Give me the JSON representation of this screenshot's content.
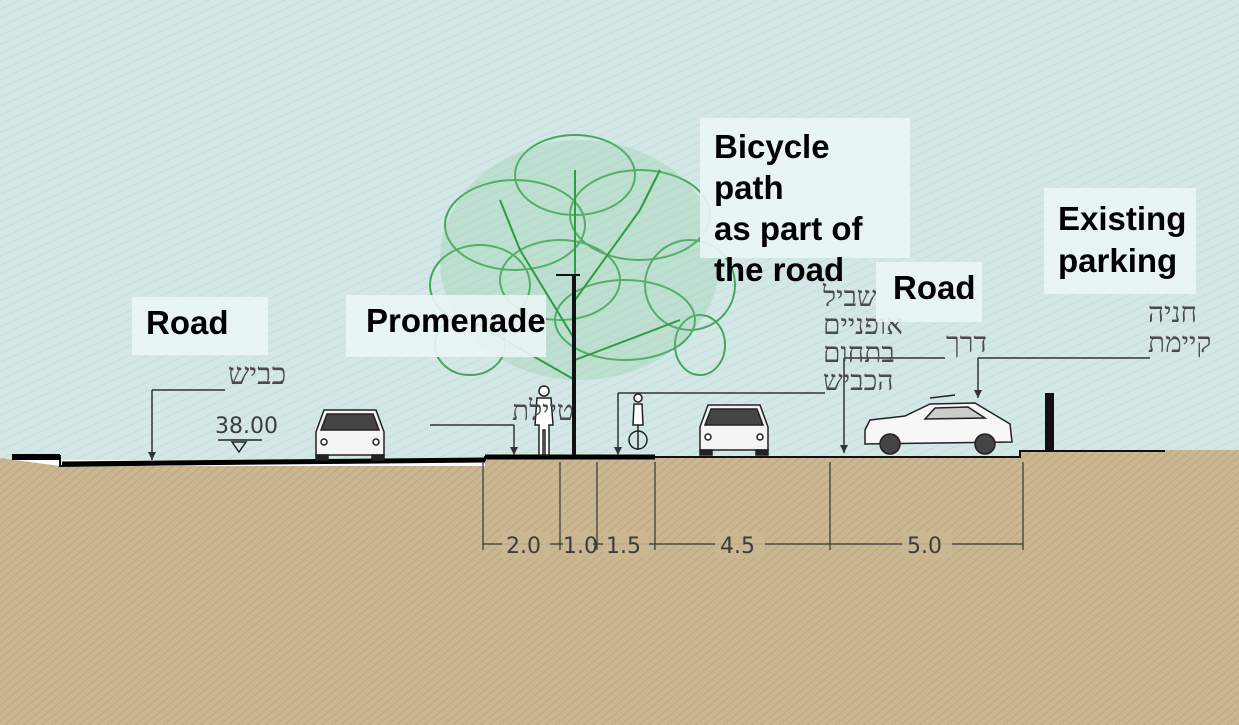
{
  "labels": {
    "road_left": "Road",
    "promenade": "Promenade",
    "bicycle_path_line1": "Bicycle path",
    "bicycle_path_line2": "as part of",
    "bicycle_path_line3": "the road",
    "road_right": "Road",
    "existing_parking_line1": "Existing",
    "existing_parking_line2": "parking"
  },
  "hebrew": {
    "road_left": "כביש",
    "promenade": "טיילת",
    "bicycle_line1": "שביל",
    "bicycle_line2": "אופניים",
    "bicycle_line3": "בתחום",
    "bicycle_line4": "הכביש",
    "road_right": "דרך",
    "parking_line1": "חניה",
    "parking_line2": "קיימת"
  },
  "elevation": "38.00",
  "dimensions": [
    "2.0",
    "1.0",
    "1.5",
    "4.5",
    "5.0"
  ],
  "colors": {
    "sky": "#d4e8e8",
    "ground": "#c9b48f",
    "tree": "#2e9b46",
    "ink": "#333333"
  }
}
